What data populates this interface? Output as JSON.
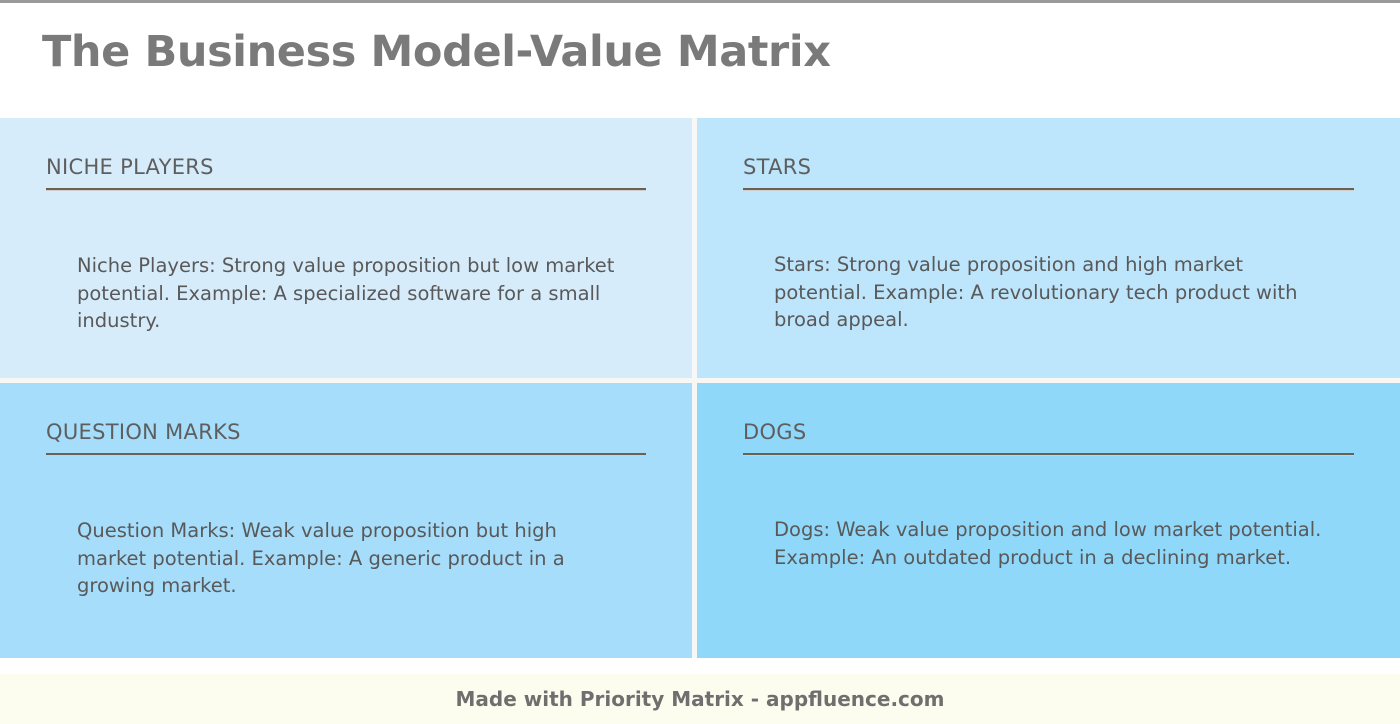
{
  "document": {
    "title": "The Business Model-Value Matrix"
  },
  "colors": {
    "page_background": "#ffffff",
    "top_rule": "#9a9a9a",
    "title_text": "#7a7a7a",
    "quadrant_title_text": "#5e5e5e",
    "quadrant_body_text": "#595959",
    "quadrant_rule": "#6b6152",
    "gutter": "#f7f7f5",
    "footer_background": "#fdfdef",
    "footer_text": "#6f6f6f",
    "niche_players_fill": "#d7ecfb",
    "stars_fill": "#bde5fb",
    "question_marks_fill": "#a5ddfb",
    "dogs_fill": "#90d8fa"
  },
  "matrix": {
    "quadrants": [
      {
        "id": "niche-players",
        "title": "NICHE PLAYERS",
        "body": "Niche Players: Strong value proposition but low market potential. Example: A specialized software for a small industry.",
        "position": "top-left",
        "fill": "#d7ecfb"
      },
      {
        "id": "stars",
        "title": "STARS",
        "body": "Stars: Strong value proposition and high market potential. Example: A revolutionary tech product with broad appeal.",
        "position": "top-right",
        "fill": "#bde5fb"
      },
      {
        "id": "question-marks",
        "title": "QUESTION MARKS",
        "body": "Question Marks: Weak value proposition but high market potential. Example: A generic product in a growing market.",
        "position": "bottom-left",
        "fill": "#a5ddfb"
      },
      {
        "id": "dogs",
        "title": "DOGS",
        "body": "Dogs: Weak value proposition and low market potential. Example: An outdated product in a declining market.",
        "position": "bottom-right",
        "fill": "#90d8fa"
      }
    ]
  },
  "footer": {
    "text": "Made with Priority Matrix - appfluence.com"
  }
}
